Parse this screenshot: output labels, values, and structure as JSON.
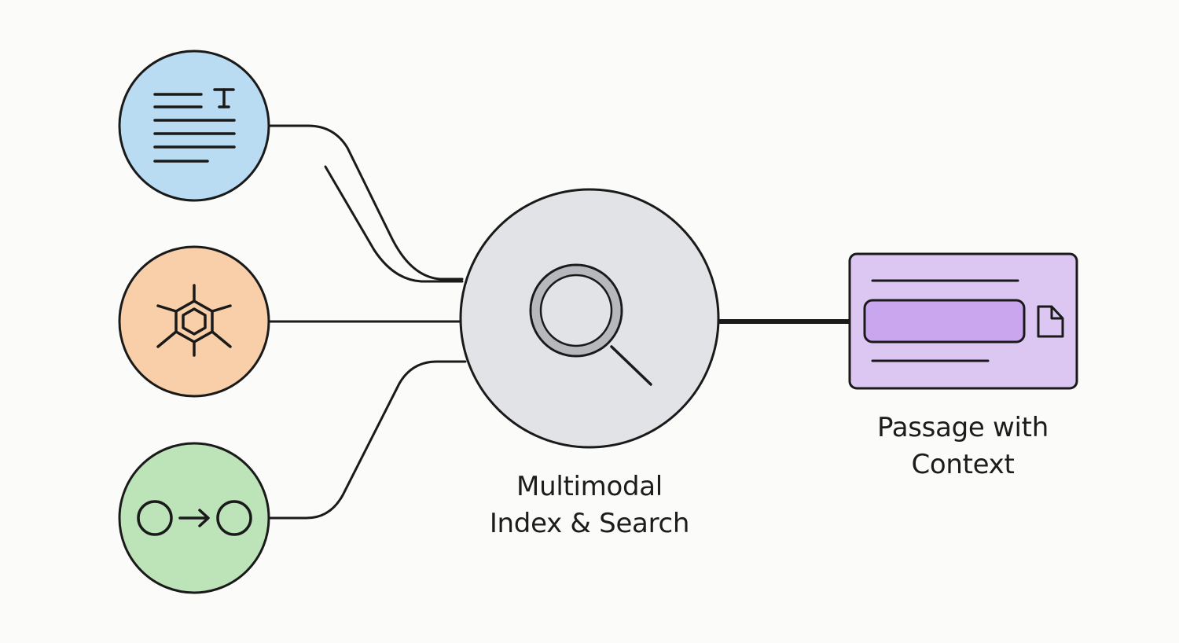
{
  "nodes": {
    "text_input": {
      "icon": "text-document-icon",
      "fill": "#b9dcf2"
    },
    "molecule_input": {
      "icon": "molecule-icon",
      "fill": "#f8cfa8"
    },
    "process_input": {
      "icon": "circle-arrow-circle-icon",
      "fill": "#bde3b9"
    },
    "search": {
      "icon": "magnifier-icon",
      "fill": "#e1e3e6",
      "label_lines": [
        "Multimodal",
        "Index & Search"
      ]
    },
    "output": {
      "icon": "file-icon",
      "fill": "#dcc7f3",
      "highlight_fill": "#c9a6ee",
      "label_lines": [
        "Passage with",
        "Context"
      ]
    }
  },
  "colors": {
    "stroke": "#1a1a1a",
    "background": "#fbfbf9"
  }
}
